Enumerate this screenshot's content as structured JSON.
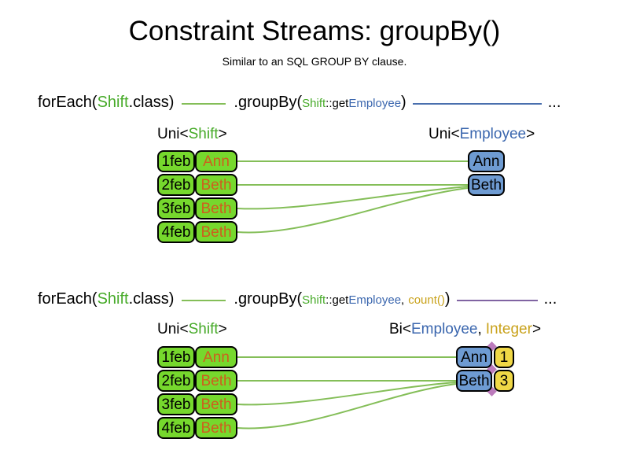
{
  "title": "Constraint Streams: groupBy()",
  "subtitle": "Similar to an SQL GROUP BY clause.",
  "colors": {
    "text_green": "#46AA28",
    "text_blue": "#3A66AE",
    "text_orange": "#CD5F1E",
    "text_gold": "#C9A21B",
    "fill_green": "#76D82D",
    "fill_blue": "#6E9BD2",
    "fill_yellow": "#F0D846",
    "wire_green": "#84BE58",
    "wire_blue": "#4A6FAE",
    "wire_purple": "#8064A2",
    "diamond_purple": "#BC7BBC",
    "border_black": "#000000"
  },
  "diagram1": {
    "code": {
      "foreach_prefix": "forEach(",
      "foreach_class": "Shift",
      "foreach_suffix": ".class)",
      "groupby_prefix": ".groupBy(",
      "arg1_class": "Shift",
      "arg1_method": "::get",
      "arg1_type": "Employee",
      "groupby_suffix": ")",
      "ellipsis": "..."
    },
    "left_header": {
      "prefix": "Uni<",
      "type": "Shift",
      "suffix": ">"
    },
    "right_header": {
      "prefix": "Uni<",
      "type": "Employee",
      "suffix": ">"
    },
    "rows": [
      {
        "date": "1feb",
        "name": "Ann"
      },
      {
        "date": "2feb",
        "name": "Beth"
      },
      {
        "date": "3feb",
        "name": "Beth"
      },
      {
        "date": "4feb",
        "name": "Beth"
      }
    ],
    "groups": [
      {
        "name": "Ann"
      },
      {
        "name": "Beth"
      }
    ]
  },
  "diagram2": {
    "code": {
      "foreach_prefix": "forEach(",
      "foreach_class": "Shift",
      "foreach_suffix": ".class)",
      "groupby_prefix": ".groupBy(",
      "arg1_class": "Shift",
      "arg1_method": "::get",
      "arg1_type": "Employee",
      "arg_separator": ",",
      "arg2_collector": "count()",
      "groupby_suffix": ")",
      "ellipsis": "..."
    },
    "left_header": {
      "prefix": "Uni<",
      "type": "Shift",
      "suffix": ">"
    },
    "right_header": {
      "prefix": "Bi<",
      "type1": "Employee",
      "separator": ",",
      "type2": "Integer",
      "suffix": ">"
    },
    "rows": [
      {
        "date": "1feb",
        "name": "Ann"
      },
      {
        "date": "2feb",
        "name": "Beth"
      },
      {
        "date": "3feb",
        "name": "Beth"
      },
      {
        "date": "4feb",
        "name": "Beth"
      }
    ],
    "groups": [
      {
        "name": "Ann",
        "count": "1"
      },
      {
        "name": "Beth",
        "count": "3"
      }
    ]
  }
}
